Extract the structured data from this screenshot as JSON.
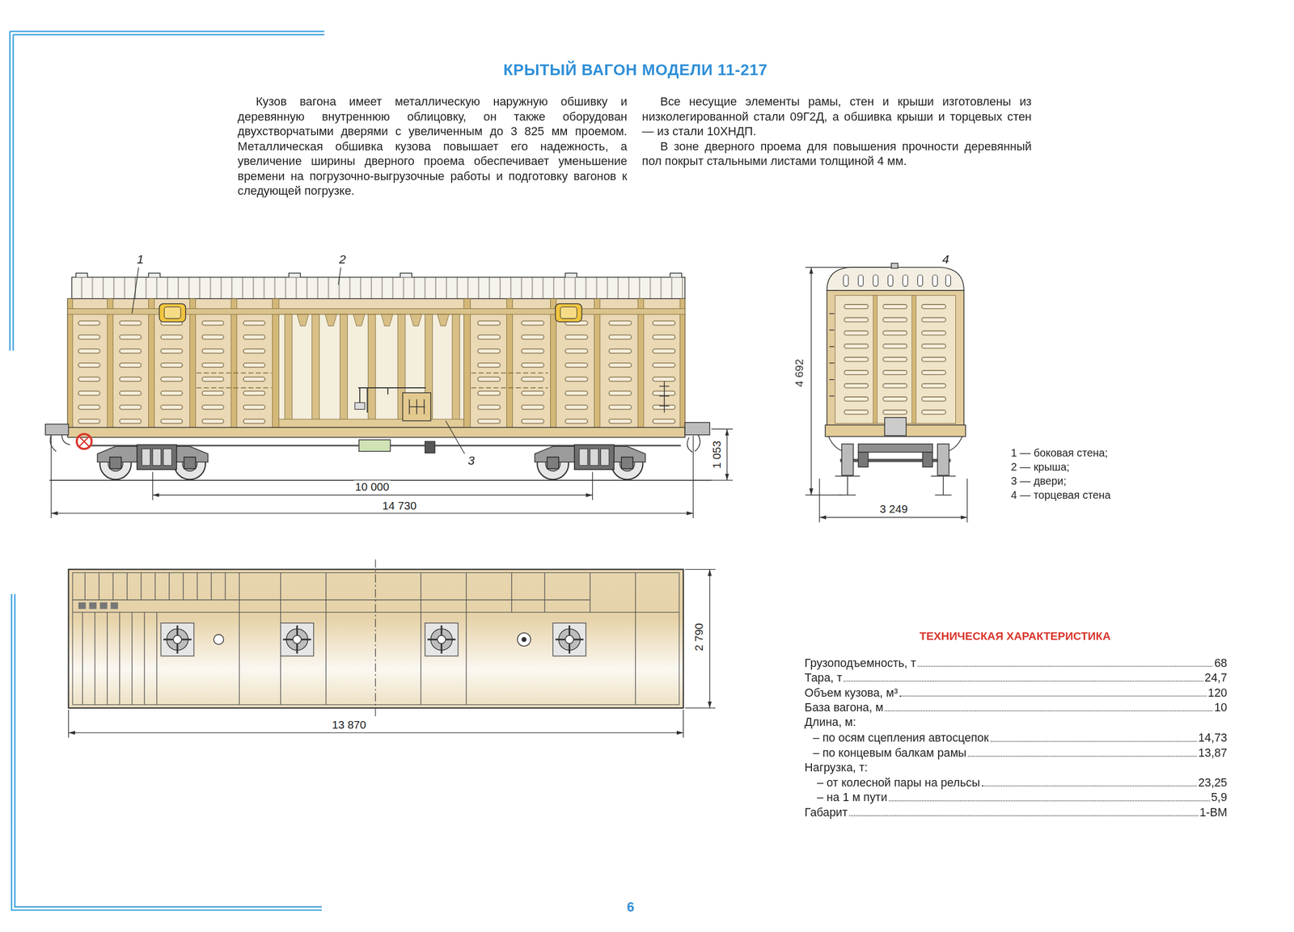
{
  "diagram": {
    "title": "КРЫТЫЙ ВАГОН МОДЕЛИ 11-217",
    "labels": [
      "Кузов вагона имеет металлическую наружную обшивку и деревянную внутреннюю облицовку, он также оборудован двухстворчатыми дверями с увеличенным до 3 825 мм проемом. Металлическая обшивка кузова повышает его надежность, а увеличение ширины дверного проема обеспечивает уменьшение времени на погрузочно-выгрузочные работы и подготовку вагонов к следующей погрузке.",
      "Все несущие элементы рамы, стен и крыши изготовлены из низколегированной стали 09Г2Д, а обшивка крыши и торцевых стен — из стали 10ХНДП.",
      "В зоне дверного проема для повышения прочности деревянный пол покрыт стальными листами толщиной 4 мм.",
      "1",
      "2",
      "3",
      "10 000",
      "14 730",
      "1 053",
      "4",
      "4 692",
      "3 249",
      "1 — боковая стена;",
      "2 — крыша;",
      "3 — двери;",
      "4 — торцевая стена",
      "2 790",
      "13 870",
      "ТЕХНИЧЕСКАЯ ХАРАКТЕРИСТИКА",
      "Грузоподъемность, т",
      "68",
      "Тара, т",
      "24,7",
      "Объем кузова, м³",
      "120",
      "База вагона, м",
      "10",
      "Длина, м:",
      "– по осям сцепления автосцепок",
      "14,73",
      "– по концевым балкам рамы",
      "13,87",
      "Нагрузка, т:",
      "– от колесной пары на рельсы",
      "23,25",
      "– на 1 м пути",
      "5,9",
      "Габарит",
      "1-ВМ",
      "6"
    ]
  }
}
